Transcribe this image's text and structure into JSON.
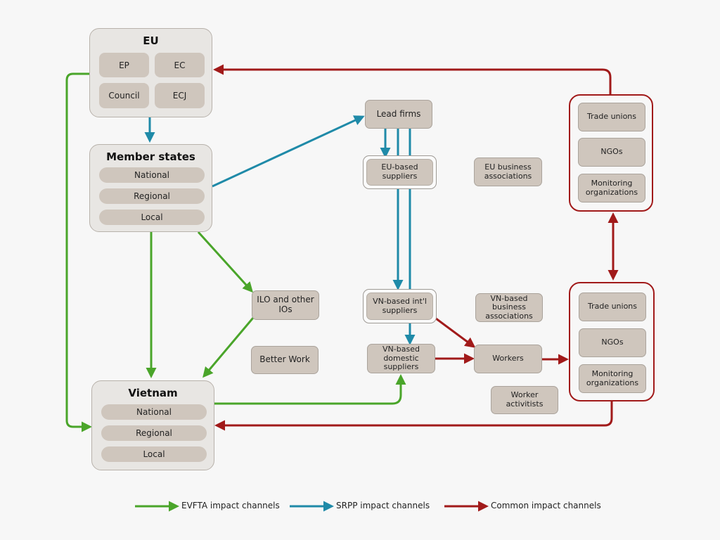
{
  "eu": {
    "title": "EU",
    "items": [
      "EP",
      "EC",
      "Council",
      "ECJ"
    ]
  },
  "member_states": {
    "title": "Member states",
    "levels": [
      "National",
      "Regional",
      "Local"
    ]
  },
  "vietnam": {
    "title": "Vietnam",
    "levels": [
      "National",
      "Regional",
      "Local"
    ]
  },
  "nodes": {
    "lead_firms": "Lead firms",
    "eu_suppliers": "EU-based suppliers",
    "eu_business": "EU business associations",
    "ilo": "ILO and other IOs",
    "better_work": "Better Work",
    "vn_intl_suppliers": "VN-based int'l suppliers",
    "vn_business": "VN-based business associations",
    "vn_domestic_suppliers": "VN-based domestic suppliers",
    "workers": "Workers",
    "worker_activists": "Worker activitists"
  },
  "civil_top": [
    "Trade unions",
    "NGOs",
    "Monitoring organizations"
  ],
  "civil_bottom": [
    "Trade unions",
    "NGOs",
    "Monitoring organizations"
  ],
  "legend": {
    "evfta": "EVFTA impact channels",
    "srpp": "SRPP impact channels",
    "common": "Common impact channels"
  },
  "colors": {
    "evfta": "#4aa52a",
    "srpp": "#1f8aa8",
    "common": "#a11a1a"
  }
}
